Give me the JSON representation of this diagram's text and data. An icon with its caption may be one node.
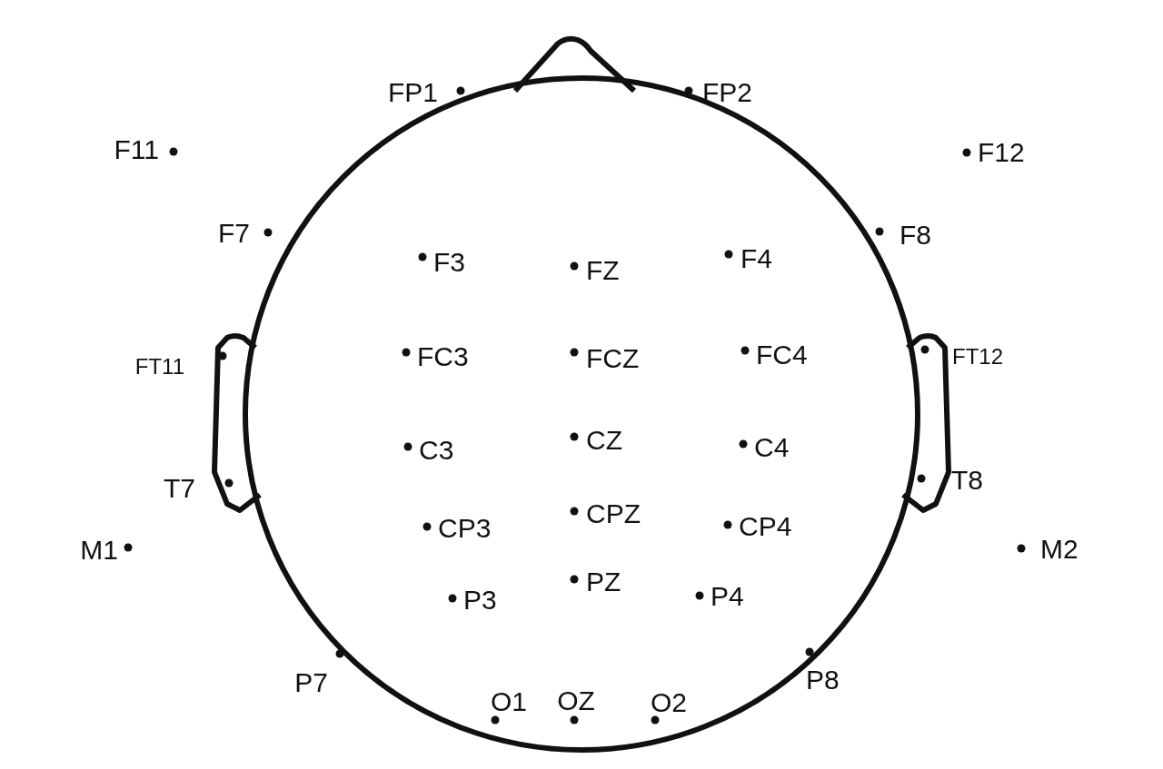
{
  "diagram": {
    "labels": [
      "FP1",
      "FP2",
      "F11",
      "F12",
      "F7",
      "F3",
      "FZ",
      "F4",
      "F8",
      "FT11",
      "FC3",
      "FCZ",
      "FC4",
      "FT12",
      "CZ",
      "C3",
      "C4",
      "T7",
      "T8",
      "CPZ",
      "CP3",
      "CP4",
      "M1",
      "M2",
      "PZ",
      "P3",
      "P4",
      "P7",
      "P8",
      "O1",
      "OZ",
      "O2"
    ]
  }
}
